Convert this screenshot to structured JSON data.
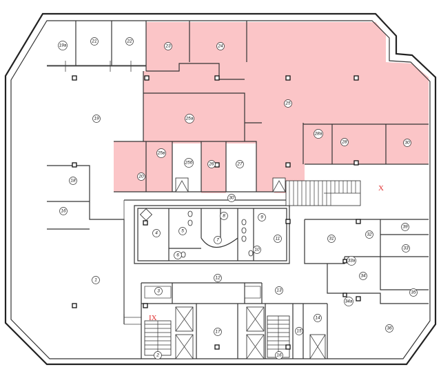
{
  "title": "",
  "colors": {
    "highlight": "#fbc5c7",
    "marker": "#e03030",
    "wall": "#222222"
  },
  "markers": [
    "IX",
    "X"
  ],
  "rooms": [
    {
      "id": "r19a",
      "label": "19a"
    },
    {
      "id": "r21",
      "label": "21"
    },
    {
      "id": "r22",
      "label": "22"
    },
    {
      "id": "r23",
      "label": "23"
    },
    {
      "id": "r24",
      "label": "24"
    },
    {
      "id": "r25",
      "label": "25"
    },
    {
      "id": "r25a",
      "label": "25a"
    },
    {
      "id": "r19",
      "label": "19"
    },
    {
      "id": "r18",
      "label": "18"
    },
    {
      "id": "r16",
      "label": "16"
    },
    {
      "id": "r1",
      "label": "1"
    },
    {
      "id": "r25e",
      "label": "25в"
    },
    {
      "id": "r25b",
      "label": "25б"
    },
    {
      "id": "r26",
      "label": "26"
    },
    {
      "id": "r27",
      "label": "27"
    },
    {
      "id": "r20",
      "label": "20"
    },
    {
      "id": "r28a",
      "label": "28a"
    },
    {
      "id": "r28",
      "label": "28"
    },
    {
      "id": "r30",
      "label": "30"
    },
    {
      "id": "r30c",
      "label": "30"
    },
    {
      "id": "r4",
      "label": "4"
    },
    {
      "id": "r5",
      "label": "5"
    },
    {
      "id": "r6",
      "label": "6"
    },
    {
      "id": "r7",
      "label": "7"
    },
    {
      "id": "r8",
      "label": "8"
    },
    {
      "id": "r9",
      "label": "9"
    },
    {
      "id": "r10",
      "label": "10"
    },
    {
      "id": "r11",
      "label": "11"
    },
    {
      "id": "r31",
      "label": "31"
    },
    {
      "id": "r32",
      "label": "32"
    },
    {
      "id": "r33",
      "label": "33"
    },
    {
      "id": "r39",
      "label": "39"
    },
    {
      "id": "r33a",
      "label": "33a"
    },
    {
      "id": "r34",
      "label": "34"
    },
    {
      "id": "r34a",
      "label": "34a"
    },
    {
      "id": "r35",
      "label": "35"
    },
    {
      "id": "r36",
      "label": "36"
    },
    {
      "id": "r12",
      "label": "12"
    },
    {
      "id": "r3",
      "label": "3"
    },
    {
      "id": "r13",
      "label": "13"
    },
    {
      "id": "r14",
      "label": "14"
    },
    {
      "id": "r17",
      "label": "17"
    },
    {
      "id": "r15",
      "label": "15"
    },
    {
      "id": "r2",
      "label": "2"
    },
    {
      "id": "r16b",
      "label": "16"
    }
  ]
}
